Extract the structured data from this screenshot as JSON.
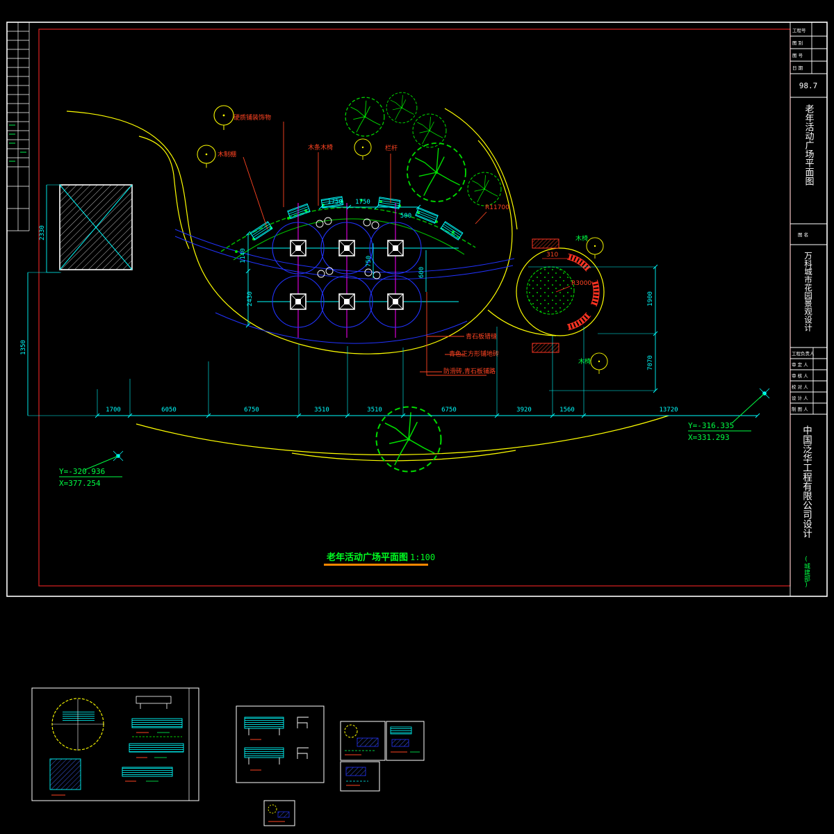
{
  "colors": {
    "background": "#000000",
    "frame": "#ffffff",
    "inner_frame": "#ff2222",
    "dimension": "#00ffff",
    "path": "#ffff00",
    "planting": "#00cc00",
    "annotation_red": "#ff4422",
    "annotation_green": "#00ff44",
    "grid_magenta": "#ff00ff",
    "canopy_blue": "#2233ff",
    "caption_underline": "#ff8800"
  },
  "title_block": {
    "top_rows": [
      "工程号",
      "图 别",
      "图 号",
      "日 期"
    ],
    "date_value": "98.7",
    "drawing_name": "老年活动广场平面图",
    "name_label": "图 名",
    "project_name": "万科城市花园景观设计",
    "roles": [
      "工程负责人",
      "审 定 人",
      "审 核 人",
      "校 对 人",
      "设 计 人",
      "制 图 人"
    ],
    "company": "中国泛华工程有限公司设计",
    "dept": "(城建部)"
  },
  "plan": {
    "labels": {
      "paving": "硬质铺装饰物",
      "wood_shed": "木制棚",
      "wood_bench_top": "木条木椅",
      "railing": "栏杆",
      "r_large": "R11700",
      "r_small": "R3000",
      "dim_310": "310",
      "bench_right_top": "木椅",
      "bench_right_bottom": "木椅",
      "note1": "青石板错缝",
      "note2": "青色正方形铺地砖",
      "note3": "防滑砖,青石板铺路"
    },
    "dims": {
      "bottom": [
        "1700",
        "6050",
        "6750",
        "3510",
        "3510",
        "6750",
        "3920",
        "1560",
        "13720"
      ],
      "left": [
        "2330",
        "1350"
      ],
      "right": [
        "1900",
        "7070"
      ],
      "top": [
        "1750",
        "1750",
        "500"
      ],
      "inner": [
        "1140",
        "2430",
        "750",
        "600"
      ]
    },
    "coords": {
      "left_y": "Y=-320.936",
      "left_x": "X=377.254",
      "right_y": "Y=-316.335",
      "right_x": "X=331.293"
    },
    "caption": {
      "title": "老年活动广场平面图",
      "scale": "1:100"
    }
  }
}
